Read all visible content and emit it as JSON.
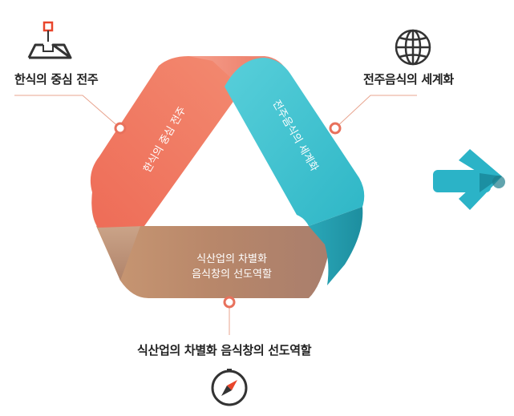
{
  "left": {
    "label": "한식의 중심 전주",
    "band_text": "한식의 중심 전주",
    "icon": "map-pin-icon",
    "color": "#ef7a64"
  },
  "right": {
    "label": "전주음식의 세계화",
    "band_text": "전주음식의 세계화",
    "icon": "globe-icon",
    "color": "#42c0cf"
  },
  "bottom": {
    "label": "식산업의 차별화 음식창의 선도역할",
    "band_text_line1": "식산업의 차별화",
    "band_text_line2": "음식창의 선도역할",
    "icon": "compass-icon",
    "color": "#b88666"
  },
  "colors": {
    "connector_line": "#e8a48f",
    "icon_dark": "#333333",
    "icon_red": "#e9452b",
    "arrow": "#2bb3c7"
  },
  "next_icon": "next-arrow-icon"
}
